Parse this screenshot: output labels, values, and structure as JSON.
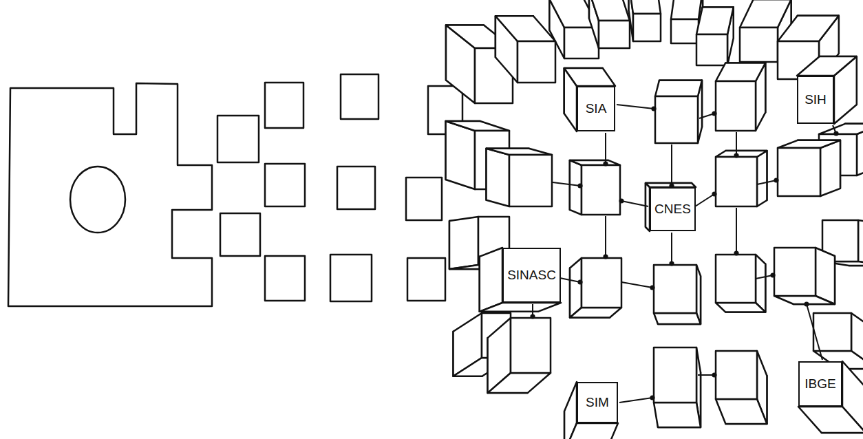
{
  "diagram": {
    "nodes": [
      {
        "text": [
          "SIA"
        ]
      },
      {
        "text": [
          "SIH"
        ]
      },
      {
        "text": [
          "CNES"
        ]
      },
      {
        "text": [
          "SINASC"
        ]
      },
      {
        "text": [
          "SIM"
        ]
      },
      {
        "text": [
          "IBGE"
        ]
      }
    ]
  }
}
